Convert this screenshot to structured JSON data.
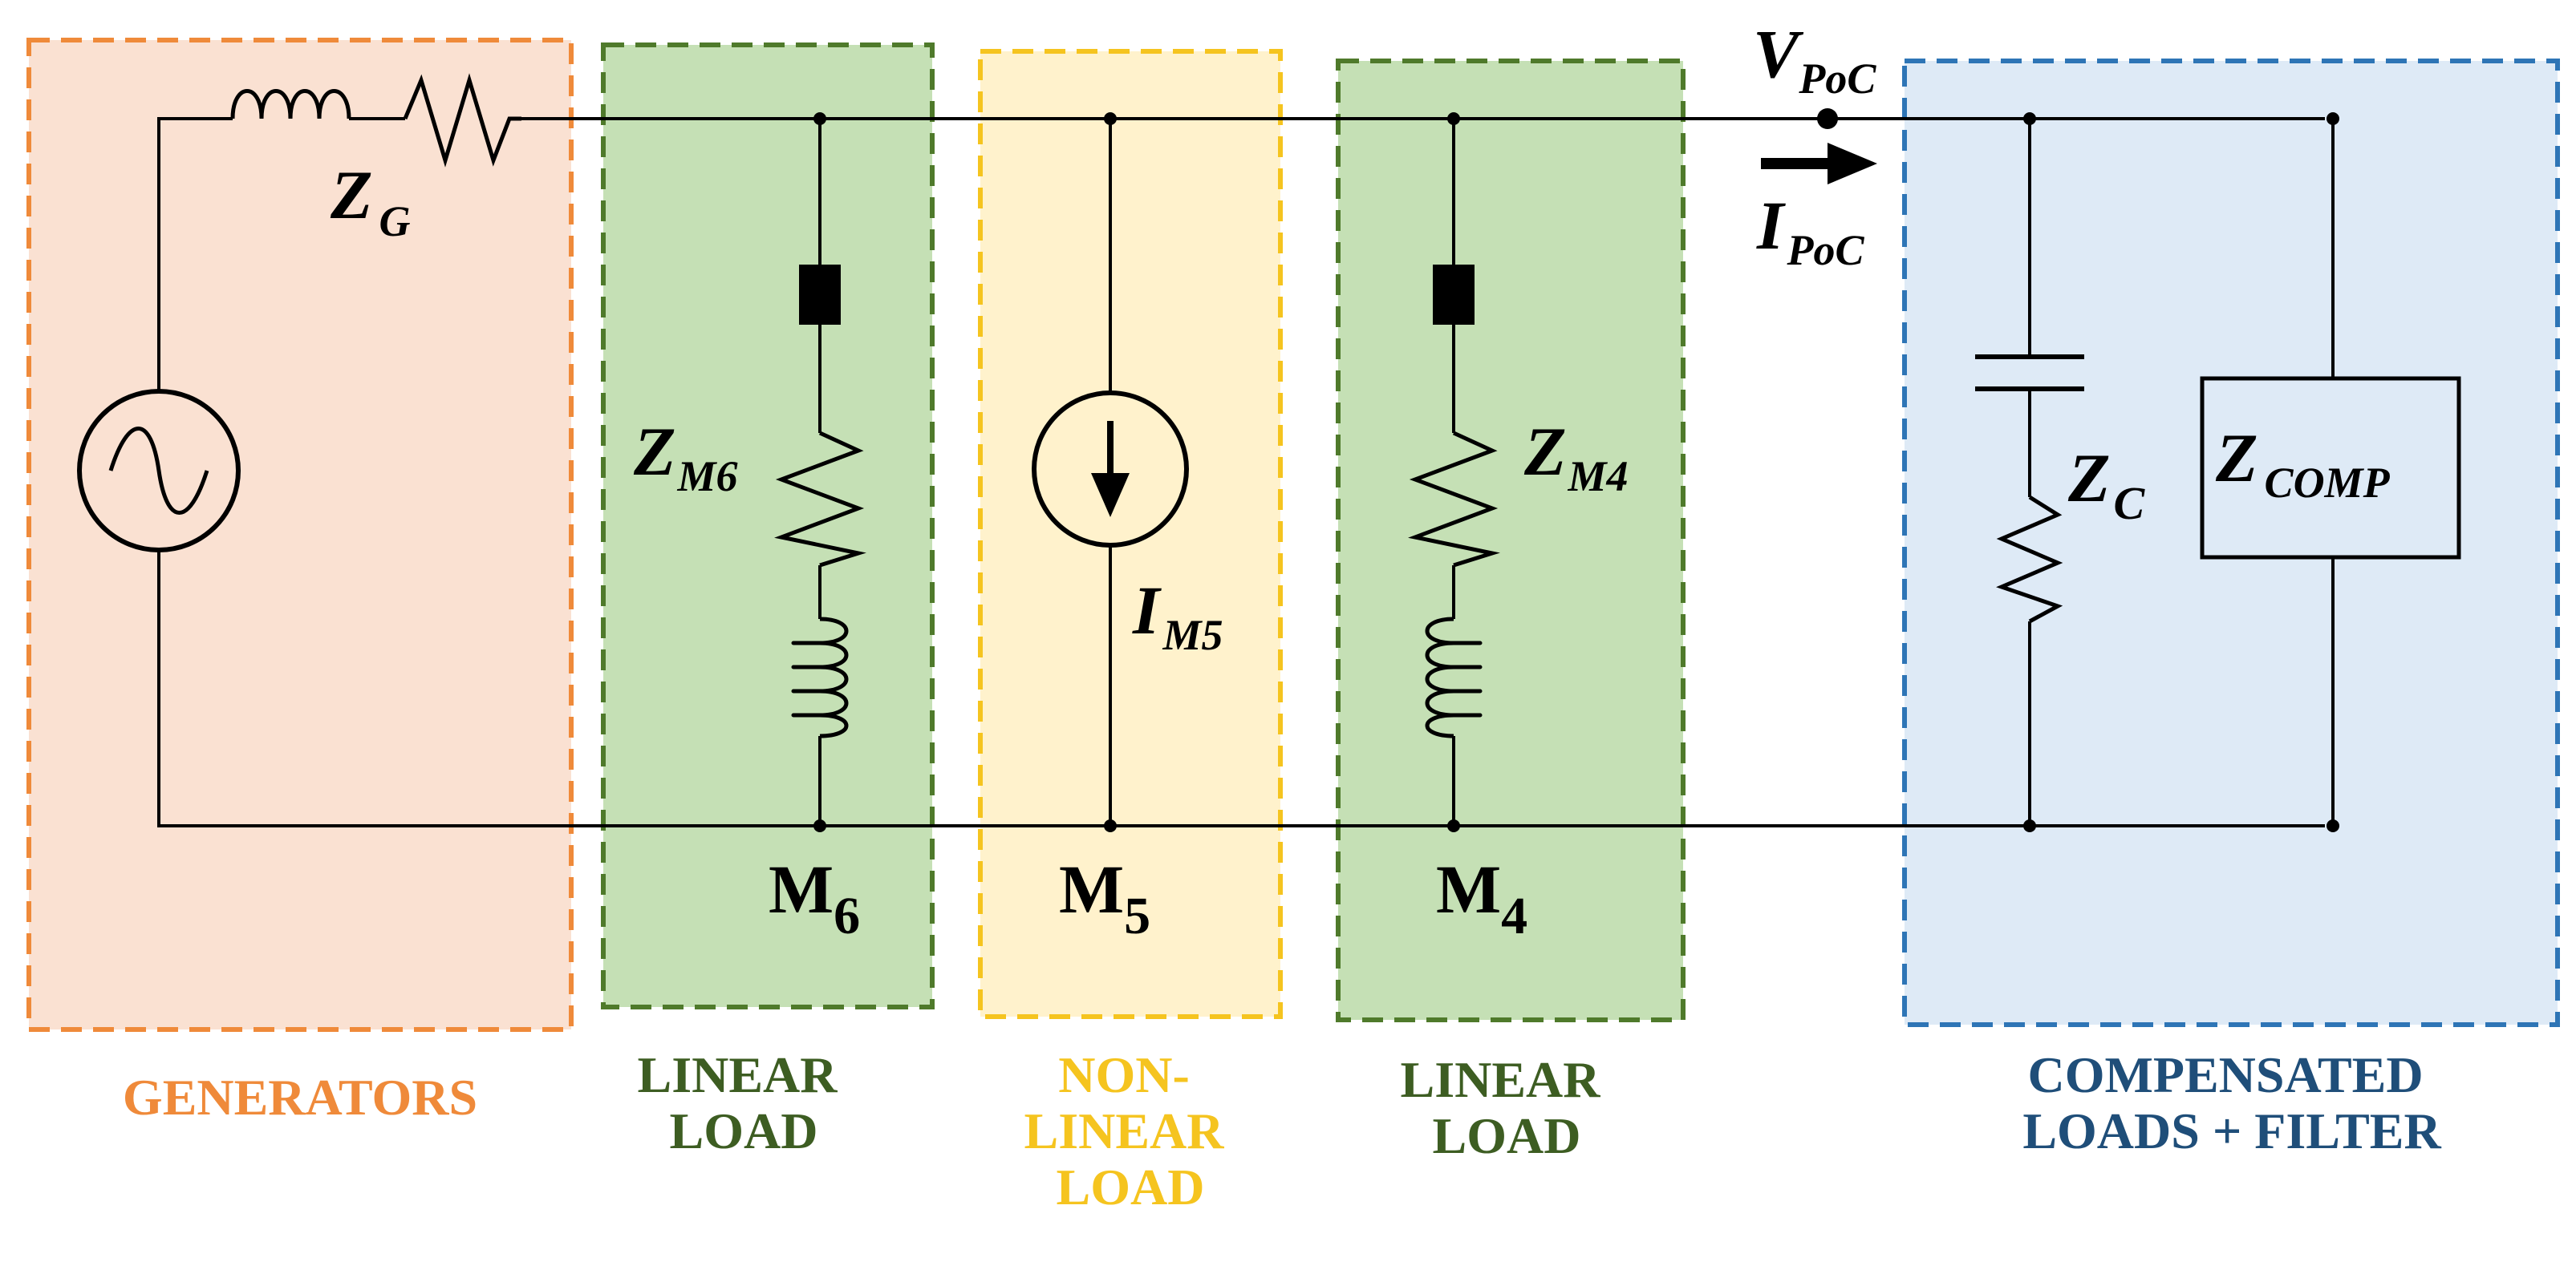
{
  "colors": {
    "generators": {
      "fill": "#fae1d2",
      "stroke": "#ef8a3a",
      "text": "#ef8a3a"
    },
    "linear": {
      "fill": "#c5e0b5",
      "stroke": "#4f7a2b",
      "text": "#3d5d22"
    },
    "nonlinear": {
      "fill": "#fff2cc",
      "stroke": "#f5c41f",
      "text": "#f5c41f"
    },
    "compensated": {
      "fill": "#deeaf6",
      "stroke": "#2e75b6",
      "text": "#1f4e79"
    },
    "wire": "#000000"
  },
  "regions": {
    "generators": {
      "caption": [
        "GENERATORS"
      ]
    },
    "linear_load_1": {
      "caption": [
        "LINEAR",
        "LOAD"
      ]
    },
    "nonlinear_load": {
      "caption": [
        "NON-",
        "LINEAR",
        "LOAD"
      ]
    },
    "linear_load_2": {
      "caption": [
        "LINEAR",
        "LOAD"
      ]
    },
    "compensated": {
      "caption": [
        "COMPENSATED",
        "LOADS + FILTER"
      ]
    }
  },
  "symbols": {
    "zg": {
      "main": "Z",
      "sub": "G"
    },
    "zm6": {
      "main": "Z",
      "sub": "M6"
    },
    "im5": {
      "main": "I",
      "sub": "M5"
    },
    "zm4": {
      "main": "Z",
      "sub": "M4"
    },
    "vpoc": {
      "main": "V",
      "sub": "PoC"
    },
    "ipoc": {
      "main": "I",
      "sub": "PoC"
    },
    "zc": {
      "main": "Z",
      "sub": "C"
    },
    "zcomp": {
      "main": "Z",
      "sub": "COMP"
    }
  },
  "meters": {
    "m6": {
      "main": "M",
      "sub": "6"
    },
    "m5": {
      "main": "M",
      "sub": "5"
    },
    "m4": {
      "main": "M",
      "sub": "4"
    }
  },
  "icons": {
    "source": "ac-source-icon",
    "current_source": "current-source-icon",
    "meter": "meter-block-icon",
    "resistor": "resistor-icon",
    "inductor": "inductor-icon",
    "capacitor": "capacitor-icon"
  }
}
